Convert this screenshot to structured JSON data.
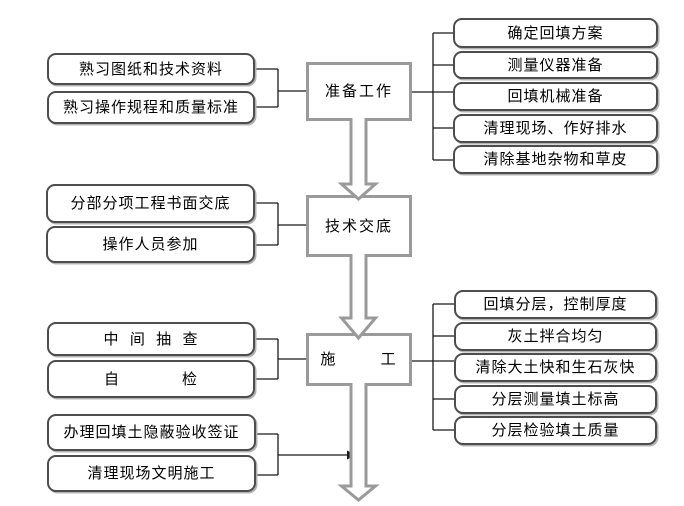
{
  "colors": {
    "line": "#1a1a1a",
    "arrow": "#9a9a9a",
    "node_border": "#4d4d4d",
    "background": "#ffffff"
  },
  "stages": {
    "preparation": {
      "label": "准备工作"
    },
    "disclosure": {
      "label": "技术交底"
    },
    "construction": {
      "label": "施       工"
    }
  },
  "nodes": {
    "study_drawings": {
      "label": "熟习图纸和技术资料"
    },
    "study_procedures": {
      "label": "熟习操作规程和质量标准"
    },
    "written_disclosure": {
      "label": "分部分项工程书面交底"
    },
    "operators_participate": {
      "label": "操作人员参加"
    },
    "intermediate_check": {
      "label": "中  间  抽  查"
    },
    "self_check": {
      "label": "自            检"
    },
    "concealed_acceptance": {
      "label": "办理回填土隐蔽验收签证"
    },
    "site_cleanup": {
      "label": "清理现场文明施工"
    },
    "fill_plan": {
      "label": "确定回填方案"
    },
    "survey_instruments": {
      "label": "测量仪器准备"
    },
    "fill_machinery": {
      "label": "回填机械准备"
    },
    "site_clearing_drainage": {
      "label": "清理现场、作好排水"
    },
    "remove_debris": {
      "label": "清除基地杂物和草皮"
    },
    "layered_fill_thickness": {
      "label": "回填分层，控制厚度"
    },
    "lime_soil_mix": {
      "label": "灰土拌合均匀"
    },
    "remove_clods": {
      "label": "清除大土快和生石灰快"
    },
    "layer_elevation": {
      "label": "分层测量填土标高"
    },
    "layer_quality": {
      "label": "分层检验填土质量"
    }
  }
}
